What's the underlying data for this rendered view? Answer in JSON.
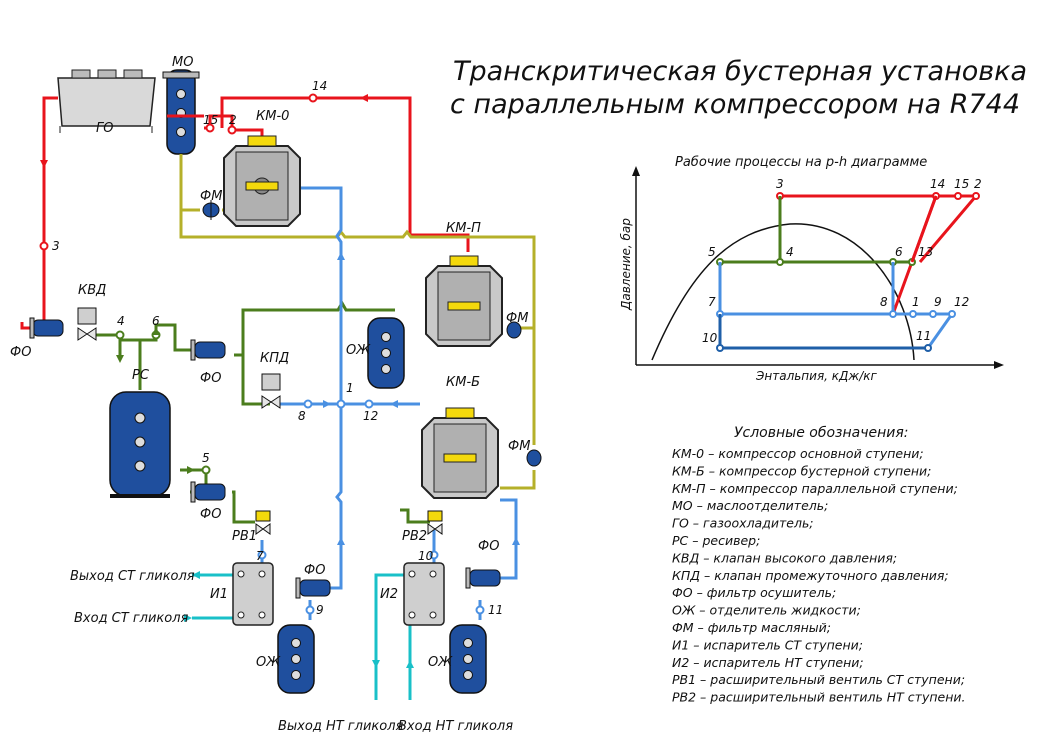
{
  "title": {
    "line1": "Транскритическая бустерная установка",
    "line2": "с параллельным компрессором на R744"
  },
  "components": {
    "go": "ГО",
    "mo": "МО",
    "km0": "КМ-0",
    "kmp": "КМ-П",
    "kmb": "КМ-Б",
    "kvd": "КВД",
    "kpd": "КПД",
    "rs": "РС",
    "oj": "ОЖ",
    "fo": "ФО",
    "fm": "ФМ",
    "rv1": "РВ1",
    "rv2": "РВ2",
    "i1": "И1",
    "i2": "И2"
  },
  "point_numbers": [
    "1",
    "2",
    "3",
    "4",
    "5",
    "6",
    "7",
    "8",
    "9",
    "10",
    "11",
    "12",
    "14",
    "15"
  ],
  "glycol": {
    "st_out": "Выход СТ гликоля",
    "st_in": "Вход СТ гликоля",
    "nt_out": "Выход НТ гликоля",
    "nt_in": "Вход НТ гликоля"
  },
  "ph_diagram": {
    "title": "Рабочие процессы на p-h диаграмме",
    "ylabel": "Давление, бар",
    "xlabel": "Энтальпия, кДж/кг",
    "points": [
      "1",
      "2",
      "3",
      "4",
      "5",
      "6",
      "7",
      "8",
      "9",
      "10",
      "11",
      "12",
      "13",
      "14",
      "15"
    ]
  },
  "legend": {
    "title": "Условные обозначения:",
    "items": [
      "КМ-0 – компрессор основной ступени;",
      "КМ-Б – компрессор бустерной ступени;",
      "КМ-П – компрессор параллельной ступени;",
      "МО – маслоотделитель;",
      "ГО – газоохладитель;",
      "РС – ресивер;",
      "КВД – клапан высокого давления;",
      "КПД – клапан промежуточного давления;",
      "ФО – фильтр осушитель;",
      "ОЖ – отделитель жидкости;",
      "ФМ – фильтр масляный;",
      "И1 – испаритель СТ ступени;",
      "И2 – испаритель НТ ступени;",
      "РВ1 – расширительный вентиль СТ ступени;",
      "РВ2 – расширительный вентиль НТ ступени."
    ]
  },
  "colors": {
    "high_pressure": "#e8141c",
    "suction": "#4a90e2",
    "oil": "#b5b02a",
    "medium_pressure": "#4b7d1d",
    "liquid_low": "#1f5fa8",
    "glycol": "#19c0c8",
    "vessel": "#1f4f9e"
  }
}
